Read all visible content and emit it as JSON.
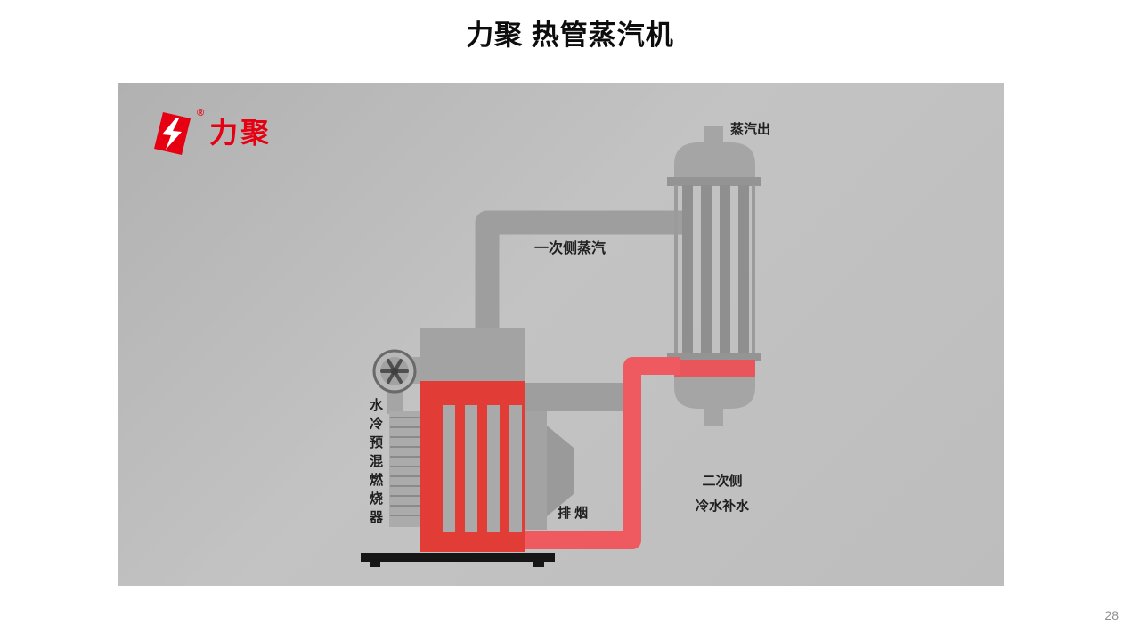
{
  "slide": {
    "title": "力聚 热管蒸汽机",
    "page_number": "28"
  },
  "logo": {
    "text": "力聚",
    "registered_mark": "®",
    "color": "#e60012"
  },
  "diagram": {
    "labels": {
      "steam_out": "蒸汽出",
      "primary_steam": "一次侧蒸汽",
      "burner_vertical": "水冷预混燃烧器",
      "exhaust": "排 烟",
      "secondary_line1": "二次侧",
      "secondary_line2": "冷水补水"
    },
    "colors": {
      "panel_gray": "#bcbcbc",
      "metal_gray": "#9e9e9e",
      "boiler_red": "#e23c36",
      "pipe_pink": "#ee5a5f",
      "label_dark": "#1f1f1f",
      "base_black": "#161616"
    }
  }
}
